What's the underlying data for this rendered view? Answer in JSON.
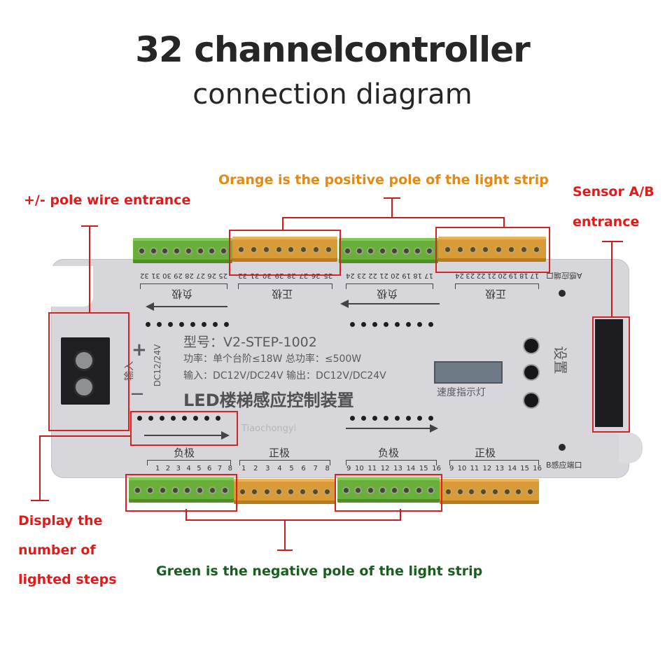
{
  "title": "32 channelcontroller",
  "subtitle": "connection diagram",
  "callouts": {
    "orange_positive": "Orange is the positive pole of the light strip",
    "pole_wire": "+/- pole wire entrance",
    "sensor_line1": "Sensor A/B",
    "sensor_line2": "entrance",
    "display_line1": "Display the",
    "display_line2": "number of",
    "display_line3": "lighted steps",
    "green_negative": "Green is the negative pole of the light strip"
  },
  "device": {
    "model": "型号：V2-STEP-1002",
    "power": "功率：单个台阶≤18W 总功率：≤500W",
    "io": "输入：DC12V/DC24V 输出：DC12V/DC24V",
    "name": "LED楼梯感应控制装置",
    "speed_label": "速度指示灯",
    "input_label": "输入",
    "input_voltage": "DC12/24V",
    "plus": "+",
    "minus": "—",
    "setting": "设置",
    "watermark": "Tiaochongyi",
    "neg": "负极",
    "pos": "正极",
    "port_a": "A感应端口",
    "port_b": "B感应端口",
    "top_nums": {
      "g1": [
        "32",
        "31",
        "30",
        "29",
        "28",
        "27",
        "26",
        "25"
      ],
      "o1": [
        "32",
        "31",
        "30",
        "29",
        "28",
        "27",
        "26",
        "25"
      ],
      "g2": [
        "24",
        "23",
        "22",
        "21",
        "20",
        "19",
        "18",
        "17"
      ],
      "o2": [
        "24",
        "23",
        "22",
        "21",
        "20",
        "19",
        "18",
        "17"
      ]
    },
    "bottom_nums": {
      "g1": [
        "1",
        "2",
        "3",
        "4",
        "5",
        "6",
        "7",
        "8"
      ],
      "o1": [
        "1",
        "2",
        "3",
        "4",
        "5",
        "6",
        "7",
        "8"
      ],
      "g2": [
        "9",
        "10",
        "11",
        "12",
        "13",
        "14",
        "15",
        "16"
      ],
      "o2": [
        "9",
        "10",
        "11",
        "12",
        "13",
        "14",
        "15",
        "16"
      ]
    }
  },
  "colors": {
    "red": "#e31a1a",
    "orange_text": "#e28a14",
    "green_text": "#175f1e",
    "terminal_green": "#69b03a",
    "terminal_orange": "#d99b35"
  }
}
